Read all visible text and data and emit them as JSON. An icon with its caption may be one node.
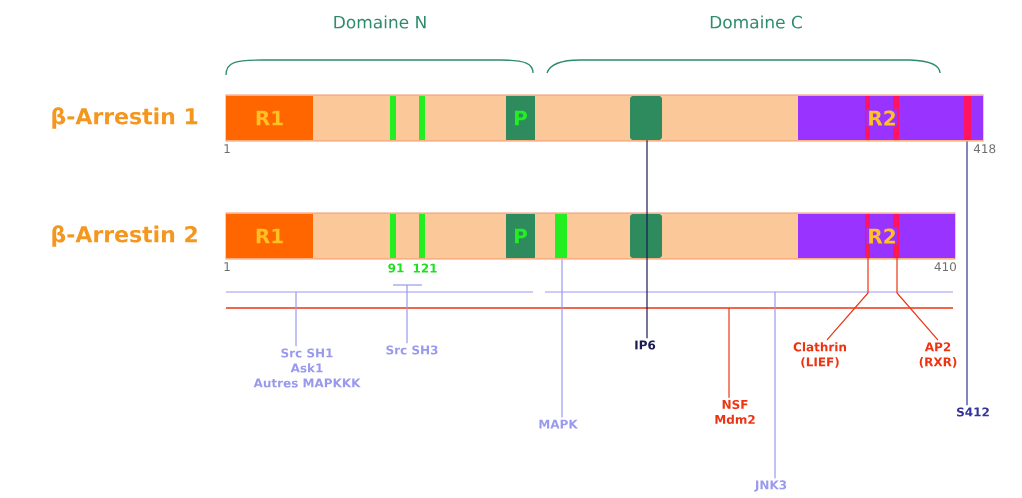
{
  "diagram": {
    "nodes": [
      {
        "text": [],
        "shape": "bar",
        "beside": [
          "β-Arrestin 1",
          "1",
          "418"
        ]
      },
      {
        "text": [
          "R1"
        ],
        "in": 0
      },
      {
        "text": [
          "P"
        ],
        "in": 0
      },
      {
        "text": [
          "R2"
        ],
        "in": 0
      },
      {
        "text": [],
        "shape": "bar",
        "beside": [
          "β-Arrestin 2",
          "1",
          "410"
        ]
      },
      {
        "text": [
          "R1"
        ],
        "in": 4
      },
      {
        "text": [
          "P"
        ],
        "in": 4
      },
      {
        "text": [
          "R2"
        ],
        "in": 4
      },
      {
        "text": [
          "Src SH1",
          "Ask1",
          "Autres MAPKKK"
        ]
      },
      {
        "text": [
          "Src SH3"
        ]
      },
      {
        "text": [
          "MAPK"
        ]
      },
      {
        "text": [
          "IP6"
        ]
      },
      {
        "text": [
          "NSF",
          "Mdm2"
        ]
      },
      {
        "text": [
          "JNK3"
        ]
      },
      {
        "text": [
          "Clathrin",
          "(LIEF)"
        ]
      },
      {
        "text": [
          "AP2",
          "(RXR)"
        ]
      },
      {
        "text": [
          "S412"
        ]
      },
      {
        "text": [],
        "shape": "box",
        "in": 0
      },
      {
        "text": [],
        "shape": "box",
        "in": 4
      }
    ],
    "edges": [
      {
        "from": 8,
        "to": null,
        "arrow": "none"
      },
      {
        "from": 9,
        "to": null,
        "arrow": "none"
      },
      {
        "from": 10,
        "to": 4,
        "arrow": "none"
      },
      {
        "from": 11,
        "to": 17,
        "arrow": "none",
        "color": "#1a1a55"
      },
      {
        "from": 12,
        "to": null,
        "arrow": "none",
        "color": "#ee3311"
      },
      {
        "from": 13,
        "to": null,
        "arrow": "none"
      },
      {
        "from": 14,
        "to": 7,
        "arrow": "none",
        "color": "#ee3311"
      },
      {
        "from": 15,
        "to": 7,
        "arrow": "none",
        "color": "#ee3311"
      },
      {
        "from": 16,
        "to": 0,
        "arrow": "none",
        "color": "#333399"
      }
    ],
    "labels": [
      "Domaine N",
      "Domaine C",
      "91",
      "121"
    ]
  }
}
